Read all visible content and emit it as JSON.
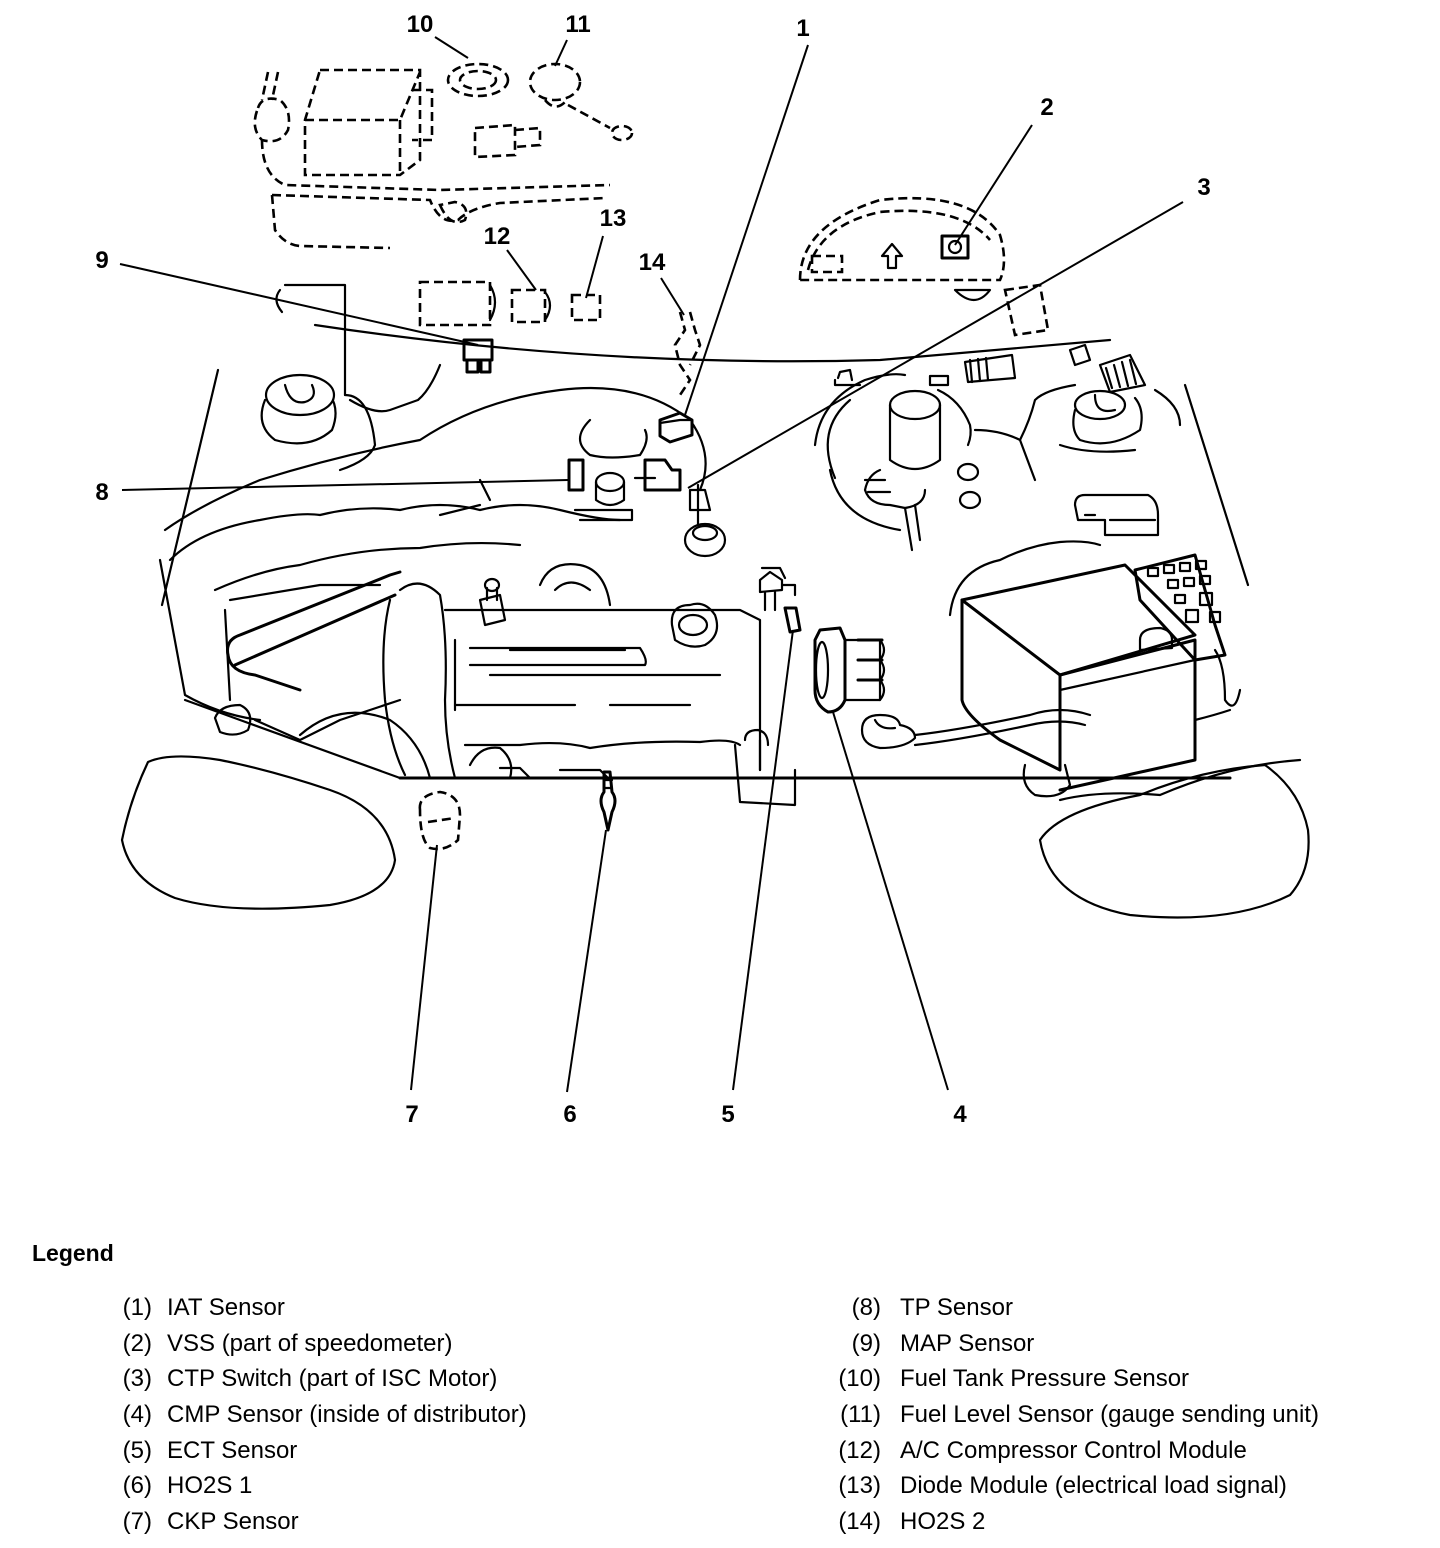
{
  "figure": {
    "description": "Engine compartment component locator (sensor locations)",
    "callouts": [
      "1",
      "2",
      "3",
      "4",
      "5",
      "6",
      "7",
      "8",
      "9",
      "10",
      "11",
      "12",
      "13",
      "14"
    ]
  },
  "legend": {
    "title": "Legend",
    "items": [
      {
        "num": "(1)",
        "label": "IAT Sensor"
      },
      {
        "num": "(2)",
        "label": "VSS (part of speedometer)"
      },
      {
        "num": "(3)",
        "label": "CTP Switch (part of ISC Motor)"
      },
      {
        "num": "(4)",
        "label": "CMP Sensor (inside of distributor)"
      },
      {
        "num": "(5)",
        "label": "ECT Sensor"
      },
      {
        "num": "(6)",
        "label": "HO2S 1"
      },
      {
        "num": "(7)",
        "label": "CKP Sensor"
      },
      {
        "num": "(8)",
        "label": "TP Sensor"
      },
      {
        "num": "(9)",
        "label": "MAP Sensor"
      },
      {
        "num": "(10)",
        "label": "Fuel Tank Pressure Sensor"
      },
      {
        "num": "(11)",
        "label": "Fuel Level Sensor (gauge sending unit)"
      },
      {
        "num": "(12)",
        "label": "A/C Compressor Control Module"
      },
      {
        "num": "(13)",
        "label": "Diode Module (electrical load signal)"
      },
      {
        "num": "(14)",
        "label": "HO2S 2"
      }
    ]
  }
}
